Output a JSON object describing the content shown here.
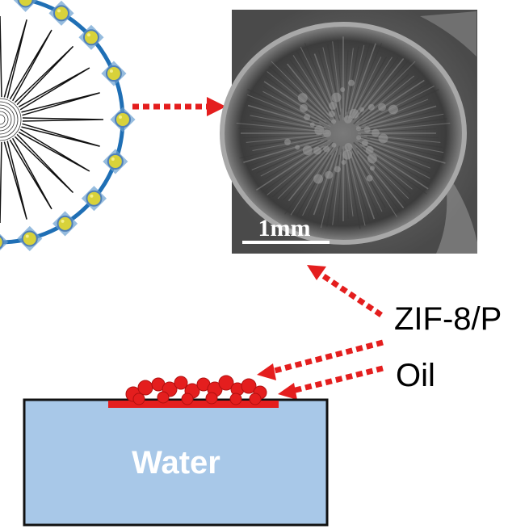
{
  "labels": {
    "composite": "ZIF-8/P",
    "oil": "Oil",
    "water": "Water",
    "scale_bar": "1mm"
  },
  "colors": {
    "arrow": "#e41e1e",
    "sphere_outline": "#1f6fb5",
    "water_fill": "#a8c8e8",
    "oil_drop": "#e41e1e",
    "sem_background": "#5e5e5e",
    "particle_fill": "#d8d23a",
    "particle_frame": "#6a9fd0"
  },
  "icons": {
    "sphere": "porous-sphere-icon",
    "particle": "zif-8-particle-icon",
    "arrow": "dotted-arrow-icon"
  }
}
